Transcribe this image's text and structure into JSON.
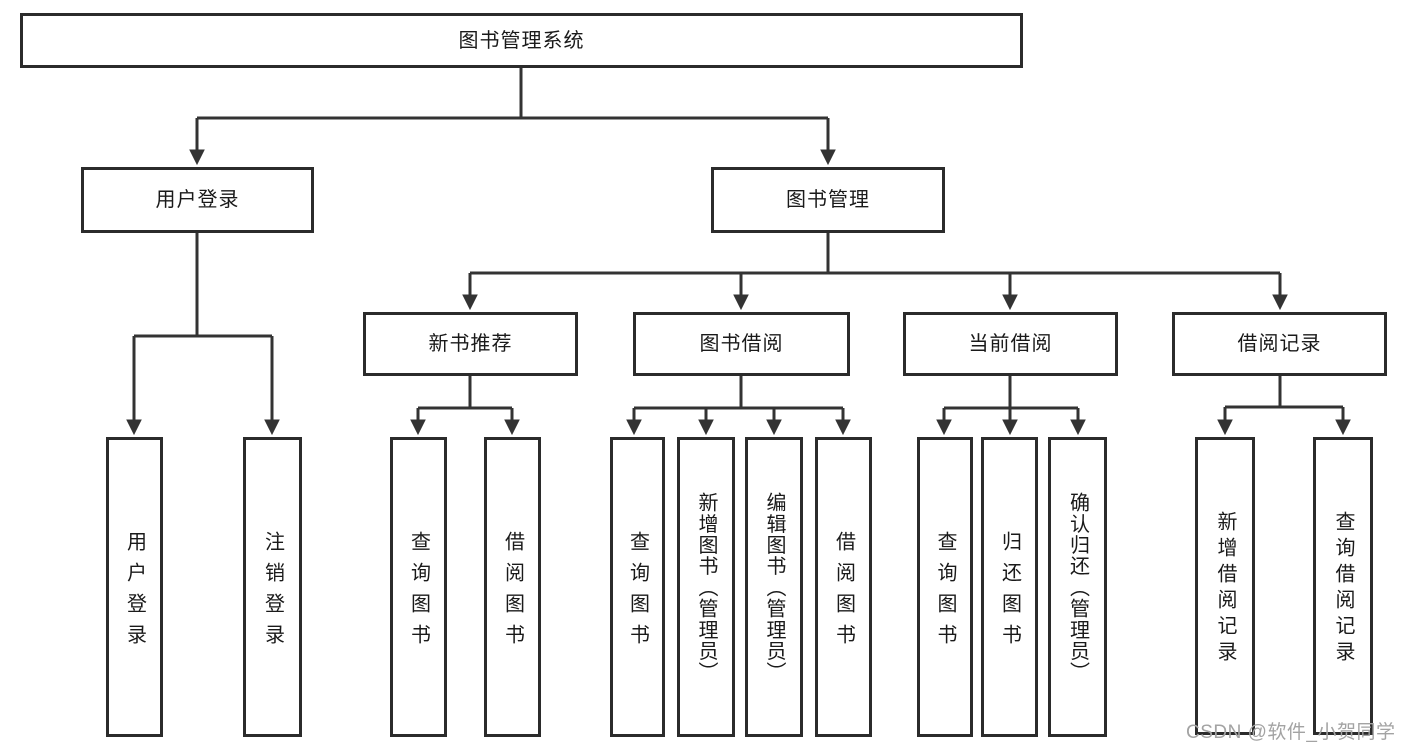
{
  "diagram": {
    "type": "tree",
    "tree": {
      "label": "图书管理系统",
      "children": [
        {
          "label": "用户登录",
          "children": [
            {
              "label": "用户登录"
            },
            {
              "label": "注销登录"
            }
          ]
        },
        {
          "label": "图书管理",
          "children": [
            {
              "label": "新书推荐",
              "children": [
                {
                  "label": "查询图书"
                },
                {
                  "label": "借阅图书"
                }
              ]
            },
            {
              "label": "图书借阅",
              "children": [
                {
                  "label": "查询图书"
                },
                {
                  "label": "新增图书（管理员）"
                },
                {
                  "label": "编辑图书（管理员）"
                },
                {
                  "label": "借阅图书"
                }
              ]
            },
            {
              "label": "当前借阅",
              "children": [
                {
                  "label": "查询图书"
                },
                {
                  "label": "归还图书"
                },
                {
                  "label": "确认归还（管理员）"
                }
              ]
            },
            {
              "label": "借阅记录",
              "children": [
                {
                  "label": "新增借阅记录"
                },
                {
                  "label": "查询借阅记录"
                }
              ]
            }
          ]
        }
      ]
    },
    "colors": {
      "line": "#333333",
      "box_border": "#2b2b2b",
      "text": "#1a1a1a",
      "background": "#ffffff"
    }
  },
  "watermark": {
    "text": "CSDN @软件_小贺同学",
    "color": "#a3a3a3"
  }
}
